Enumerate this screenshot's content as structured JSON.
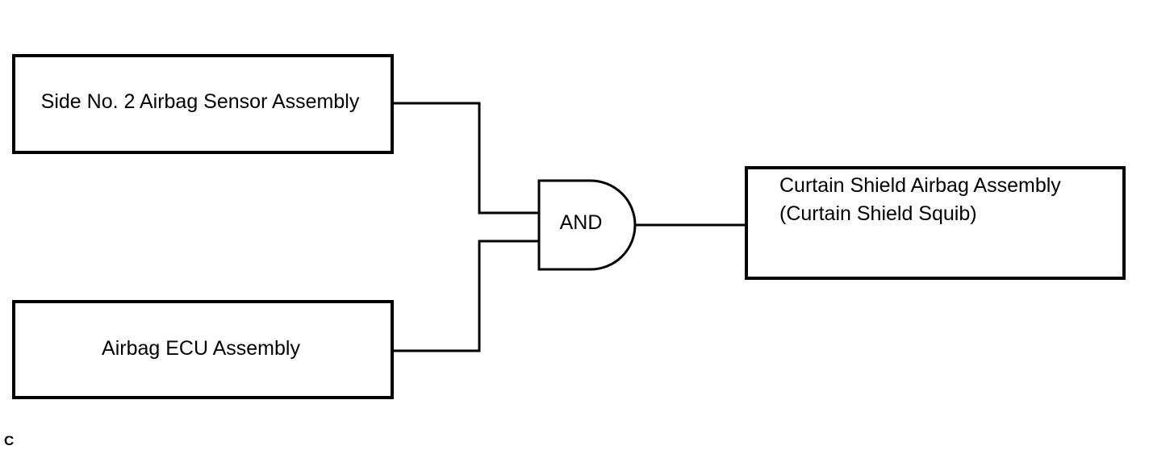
{
  "diagram": {
    "inputs": [
      {
        "id": "side-sensor",
        "label": "Side No. 2 Airbag Sensor Assembly"
      },
      {
        "id": "airbag-ecu",
        "label": "Airbag ECU Assembly"
      }
    ],
    "gate": {
      "type": "AND",
      "label": "AND"
    },
    "output": {
      "id": "curtain-airbag",
      "label_line1": "Curtain Shield Airbag Assembly",
      "label_line2": "(Curtain Shield Squib)"
    },
    "corner_mark": "C",
    "colors": {
      "line": "#000000",
      "background": "#ffffff"
    }
  }
}
